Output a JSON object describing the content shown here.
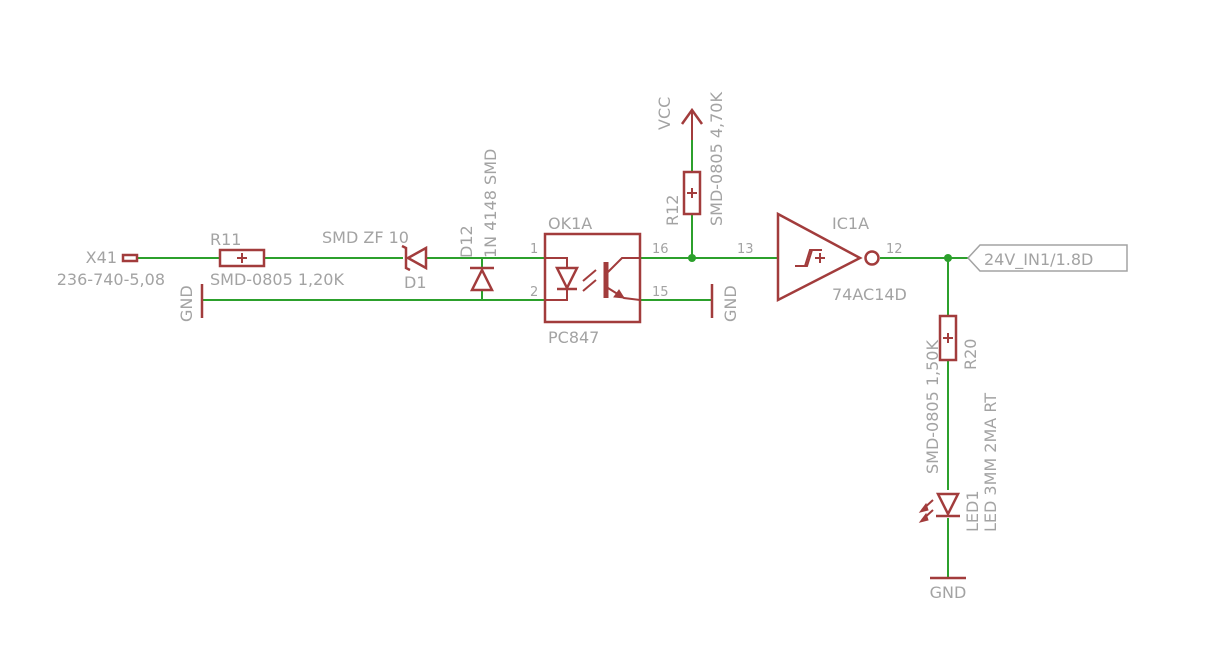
{
  "connector": {
    "ref": "X41",
    "value": "236-740-5,08"
  },
  "r11": {
    "ref": "R11",
    "value": "SMD-0805 1,20K"
  },
  "d1": {
    "ref": "D1",
    "value": "SMD ZF 10"
  },
  "d12": {
    "ref": "D12",
    "value": "1N 4148 SMD"
  },
  "optocoupler": {
    "ref": "OK1A",
    "value": "PC847",
    "pins": [
      "1",
      "2",
      "16",
      "15"
    ]
  },
  "r12": {
    "ref": "R12",
    "value": "SMD-0805 4,70K"
  },
  "vcc": {
    "label": "VCC"
  },
  "gnd": {
    "label": "GND"
  },
  "ic1": {
    "ref": "IC1A",
    "value": "74AC14D",
    "pin_in": "13",
    "pin_out": "12"
  },
  "net_label": "24V_IN1/1.8D",
  "r20": {
    "ref": "R20",
    "value": "SMD-0805 1,50K"
  },
  "led1": {
    "ref": "LED1",
    "value": "LED 3MM 2MA RT"
  },
  "colors": {
    "wire": "#2ca02c",
    "symbol": "#a23c3c",
    "text": "#a3a3a3"
  }
}
